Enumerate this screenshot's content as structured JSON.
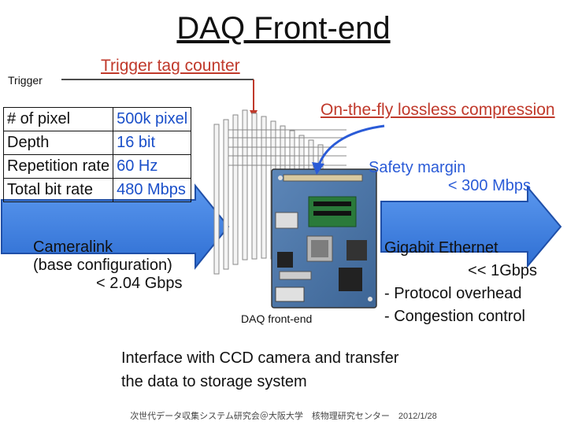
{
  "title": "DAQ Front-end",
  "trigger_label": "Trigger",
  "trigger_tag_counter": "Trigger tag counter",
  "compression_label": "On-the-fly lossless compression",
  "safety_margin": {
    "line1": "Safety margin",
    "line2": "< 300 Mbps"
  },
  "parameters": [
    {
      "name": "# of pixel",
      "value": "500k pixel"
    },
    {
      "name": "Depth",
      "value": "16 bit"
    },
    {
      "name": "Repetition rate",
      "value": "60 Hz"
    },
    {
      "name": "Total bit rate",
      "value": "480 Mbps"
    }
  ],
  "cameralink": {
    "line1": "Cameralink",
    "line2": "(base configuration)",
    "line3": "< 2.04 Gbps"
  },
  "gigabit": {
    "line1": "Gigabit Ethernet",
    "line2": "<< 1Gbps",
    "line3": "- Protocol overhead",
    "line4": "- Congestion control"
  },
  "daq_board_label": "DAQ front-end",
  "interface_text": {
    "line1": "Interface with CCD camera and transfer",
    "line2": "the data to storage system"
  },
  "footer": "次世代データ収集システム研究会＠大阪大学　核物理研究センター　2012/1/28",
  "colors": {
    "red_text": "#c0392b",
    "blue_text": "#2a5bd7",
    "arrow_fill": "#3d7fe0",
    "arrow_stroke": "#1f4fa8"
  }
}
